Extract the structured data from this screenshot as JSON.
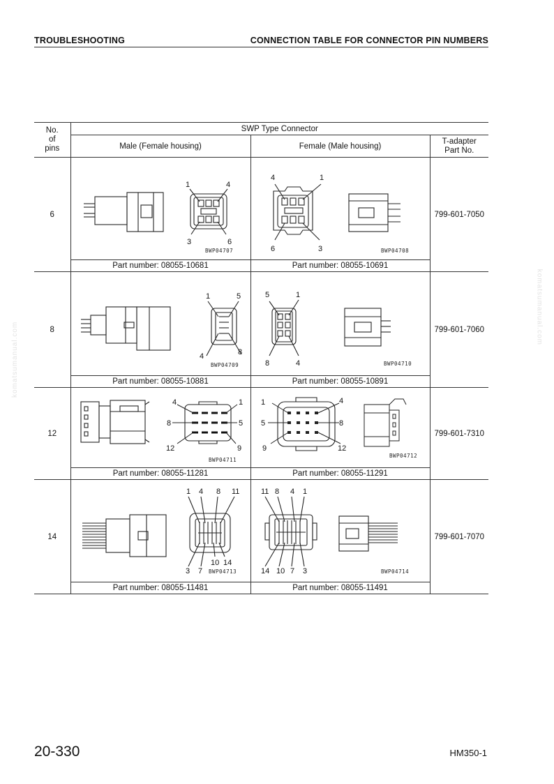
{
  "header": {
    "left": "TROUBLESHOOTING",
    "right": "CONNECTION TABLE FOR CONNECTOR PIN NUMBERS"
  },
  "table": {
    "col_no": "No.\nof\npins",
    "type_title": "SWP  Type Connector",
    "male_title": "Male (Female housing)",
    "female_title": "Female (Male housing)",
    "tadapter_title": "T-adapter\nPart No.",
    "rows": [
      {
        "pins": "6",
        "male_drawing": "BWP04707",
        "female_drawing": "BWP04708",
        "male_pin_labels": [
          "1",
          "4",
          "3",
          "6"
        ],
        "female_pin_labels": [
          "4",
          "1",
          "6",
          "3"
        ],
        "male_part": "Part number: 08055-10681",
        "female_part": "Part number: 08055-10691",
        "t_adapter": "799-601-7050"
      },
      {
        "pins": "8",
        "male_drawing": "BWP04709",
        "female_drawing": "BWP04710",
        "male_pin_labels": [
          "1",
          "5",
          "4",
          "8"
        ],
        "female_pin_labels": [
          "5",
          "1",
          "8",
          "4"
        ],
        "male_part": "Part number: 08055-10881",
        "female_part": "Part number: 08055-10891",
        "t_adapter": "799-601-7060"
      },
      {
        "pins": "12",
        "male_drawing": "BWP04711",
        "female_drawing": "BWP04712",
        "male_pin_labels": [
          "4",
          "1",
          "8",
          "5",
          "12",
          "9"
        ],
        "female_pin_labels": [
          "1",
          "4",
          "5",
          "8",
          "9",
          "12"
        ],
        "male_part": "Part number: 08055-11281",
        "female_part": "Part number: 08055-11291",
        "t_adapter": "799-601-7310"
      },
      {
        "pins": "14",
        "male_drawing": "BWP04713",
        "female_drawing": "BWP04714",
        "male_pin_labels": [
          "1",
          "4",
          "8",
          "11",
          "10",
          "14",
          "3",
          "7"
        ],
        "female_pin_labels": [
          "11",
          "8",
          "4",
          "1",
          "14",
          "10",
          "7",
          "3"
        ],
        "male_part": "Part number: 08055-11481",
        "female_part": "Part number: 08055-11491",
        "t_adapter": "799-601-7070"
      }
    ]
  },
  "watermark": "komatsumanual.com",
  "footer": {
    "page": "20-330",
    "model": "HM350-1"
  }
}
